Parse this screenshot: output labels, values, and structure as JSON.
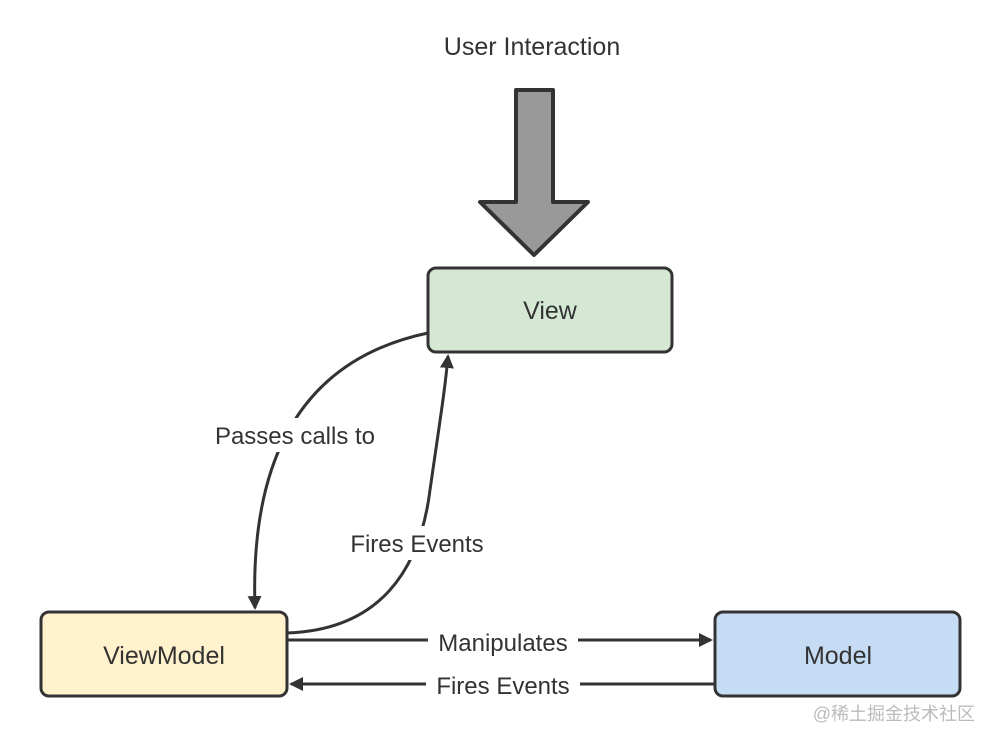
{
  "diagram": {
    "title": "User Interaction",
    "nodes": {
      "view": {
        "label": "View",
        "fill": "#d5e8d4"
      },
      "viewmodel": {
        "label": "ViewModel",
        "fill": "#fff2cc"
      },
      "model": {
        "label": "Model",
        "fill": "#c5dcf4"
      }
    },
    "edges": {
      "passes_calls_to": "Passes calls to",
      "fires_events_vm_to_view": "Fires Events",
      "manipulates": "Manipulates",
      "fires_events_model_to_vm": "Fires Events"
    },
    "watermark": "@稀土掘金技术社区",
    "colors": {
      "stroke": "#333333",
      "big_arrow_fill": "#999999",
      "text": "#333333",
      "watermark": "#bbbbbb"
    }
  }
}
